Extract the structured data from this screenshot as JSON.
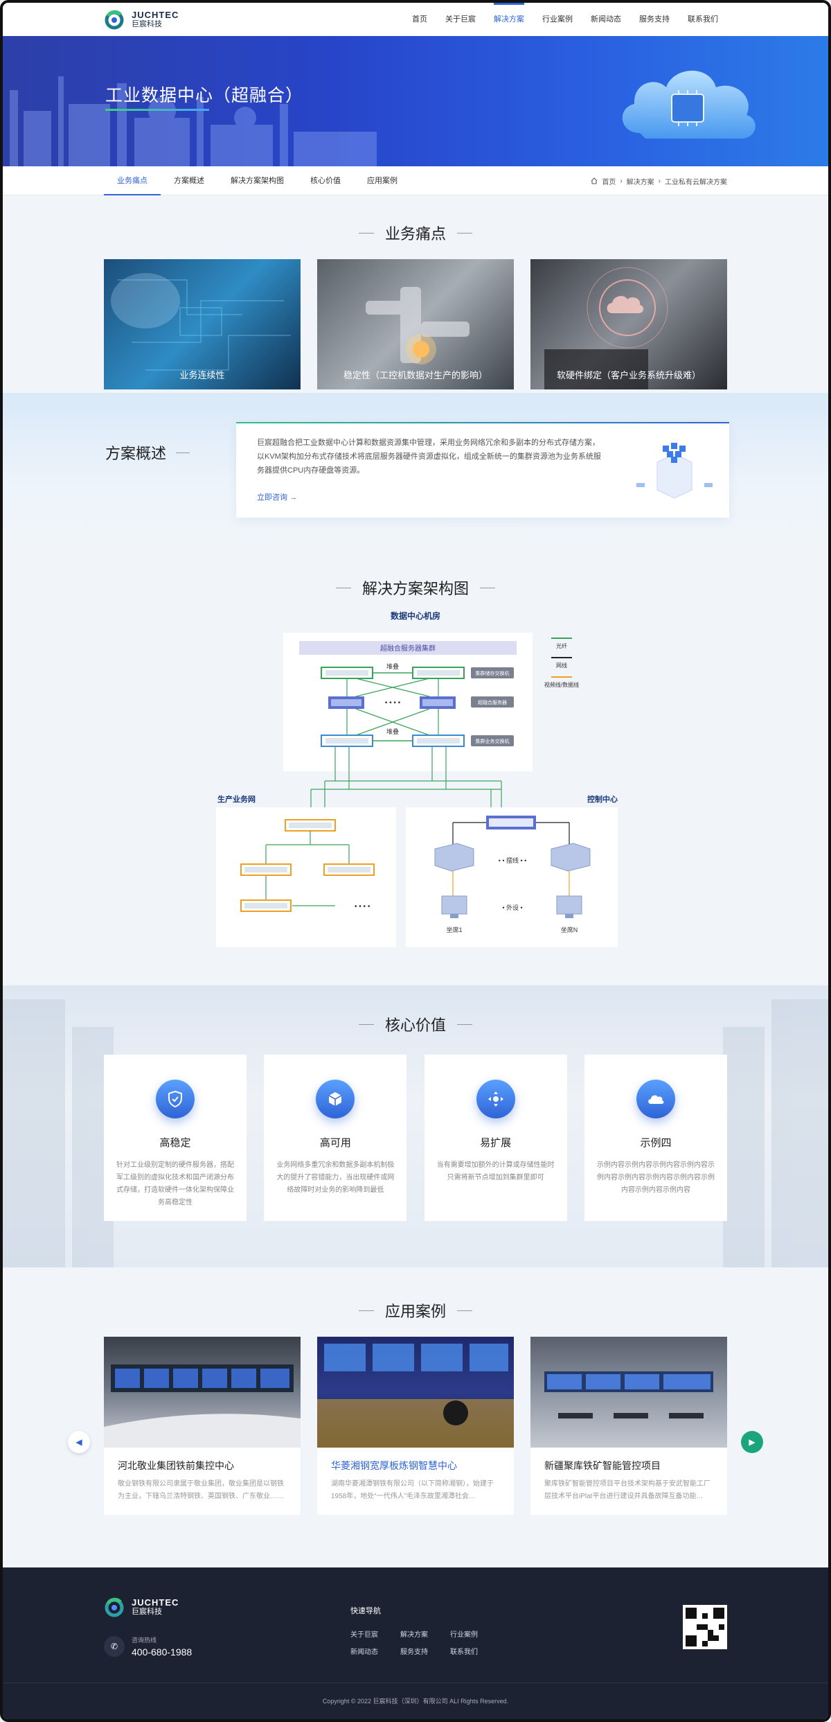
{
  "header": {
    "logo_en": "JUCHTEC",
    "logo_cn": "巨宸科技",
    "nav": [
      {
        "label": "首页",
        "active": false
      },
      {
        "label": "关于巨宸",
        "active": false
      },
      {
        "label": "解决方案",
        "active": true
      },
      {
        "label": "行业案例",
        "active": false
      },
      {
        "label": "新闻动态",
        "active": false
      },
      {
        "label": "服务支持",
        "active": false
      },
      {
        "label": "联系我们",
        "active": false
      }
    ]
  },
  "banner": {
    "title": "工业数据中心（超融合）"
  },
  "subnav": {
    "tabs": [
      "业务痛点",
      "方案概述",
      "解决方案架构图",
      "核心价值",
      "应用案例"
    ],
    "crumb": [
      "首页",
      "解决方案",
      "工业私有云解决方案"
    ]
  },
  "pain": {
    "title": "业务痛点",
    "cards": [
      "业务连续性",
      "稳定性（工控机数据对生产的影响）",
      "软硬件绑定（客户业务系统升级难）"
    ]
  },
  "overview": {
    "title": "方案概述",
    "text": "巨宸超融合把工业数据中心计算和数据资源集中管理，采用业务网络冗余和多副本的分布式存储方案，以KVM架构加分布式存储技术将底层服务器硬件资源虚拟化，组成全新统一的集群资源池为业务系统服务器提供CPU内存硬盘等资源。",
    "link": "立即咨询"
  },
  "arch": {
    "title": "解决方案架构图",
    "dc_label": "数据中心机房",
    "cluster_label": "超融合服务器集群",
    "stack1": "堆叠",
    "stack2": "堆叠",
    "tag_storage": "集群储存交换机",
    "tag_server": "超融合服务器",
    "tag_business": "集群业务交换机",
    "legend": [
      "光纤",
      "网线",
      "视频线/数据线"
    ],
    "prod_label": "生产业务网",
    "ctrl_label": "控制中心",
    "kvm": "• • 摆线 • •",
    "peripheral": "• 外设 •",
    "seat1": "坐席1",
    "seatN": "坐席N",
    "dots": "• • • •"
  },
  "value": {
    "title": "核心价值",
    "cards": [
      {
        "name": "高稳定",
        "desc": "针对工业级别定制的硬件服务器，搭配军工级别的虚拟化技术和国产闭源分布式存储，打造软硬件一体化架构保障业务高稳定性"
      },
      {
        "name": "高可用",
        "desc": "业务网络多重冗余和数据多副本机制极大的提升了容错能力，当出现硬件或网络故障时对业务的影响降到最低"
      },
      {
        "name": "易扩展",
        "desc": "当有需要增加额外的计算或存储性能时只需将新节点增加到集群里即可"
      },
      {
        "name": "示例四",
        "desc": "示例内容示例内容示例内容示例内容示例内容示例内容示例内容示例内容示例内容示例内容示例内容"
      }
    ],
    "icons": [
      "shield-icon",
      "box-icon",
      "expand-icon",
      "cloud-icon"
    ]
  },
  "cases": {
    "title": "应用案例",
    "items": [
      {
        "name": "河北敬业集团铁前集控中心",
        "desc": "敬业钢铁有限公司隶属于敬业集团，敬业集团是以钢铁为主业，下辖乌兰浩特钢铁、英国钢铁、广东敬业……"
      },
      {
        "name": "华菱湘钢宽厚板炼钢智慧中心",
        "desc": "湖南华菱湘潭钢铁有限公司（以下简称湘钢），始建于1958年，地处“一代伟人”毛泽东故里湘潭社会…"
      },
      {
        "name": "新疆聚库铁矿智能管控项目",
        "desc": "聚库铁矿智能管控项目平台技术架构基于安武智能工厂层技术平台iPlat平台进行建设并具备故障互备功能…"
      }
    ]
  },
  "footer": {
    "logo_en": "JUCHTEC",
    "logo_cn": "巨宸科技",
    "phone_label": "咨询热线",
    "phone": "400-680-1988",
    "nav_title": "快速导航",
    "nav": [
      "关于巨宸",
      "解决方案",
      "行业案例",
      "新闻动态",
      "服务支持",
      "联系我们"
    ],
    "copyright": "Copyright © 2022 巨宸科技（深圳）有限公司 ALI Rights Reserved."
  },
  "colors": {
    "accent": "#2f64d6",
    "green": "#1aa67a",
    "footer": "#1d2233"
  }
}
